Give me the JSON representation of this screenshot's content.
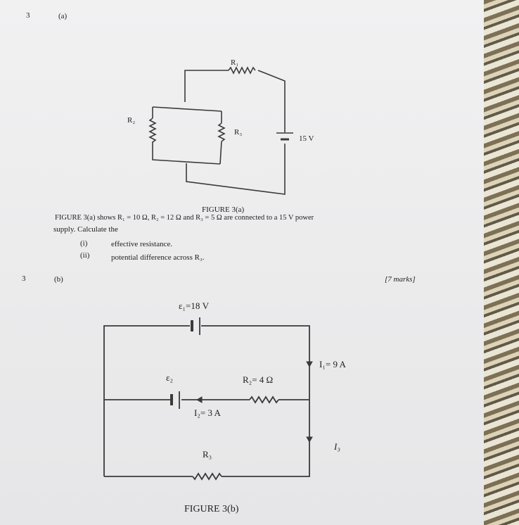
{
  "question_a": {
    "number": "3",
    "part": "(a)",
    "circuit_labels": {
      "r1": "R₁",
      "r2": "R₂",
      "r3": "R₃",
      "voltage": "15 V"
    },
    "figure_caption": "FIGURE 3(a)",
    "text_line1": "FIGURE 3(a) shows R₁ = 10 Ω, R₂ = 12 Ω and R₃ = 5 Ω are connected to a 15 V power",
    "text_line2": "supply. Calculate the",
    "items": [
      {
        "num": "(i)",
        "text": "effective resistance."
      },
      {
        "num": "(ii)",
        "text": "potential difference across R₃."
      }
    ]
  },
  "question_b": {
    "number": "3",
    "part": "(b)",
    "marks": "[7 marks]",
    "circuit_labels": {
      "emf1": "ε₁=18 V",
      "emf2": "ε₂",
      "i1": "I₁= 9 A",
      "r2": "R₂= 4 Ω",
      "i2": "I₂= 3 A",
      "i3": "I₃",
      "r3": "R₃"
    },
    "figure_caption": "FIGURE 3(b)"
  }
}
